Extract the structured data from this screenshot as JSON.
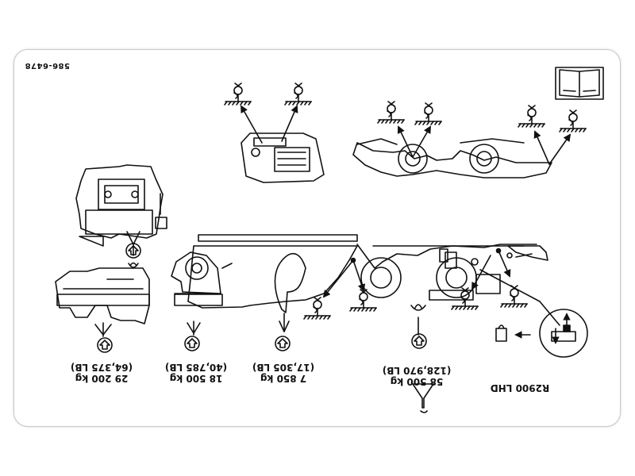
{
  "document": {
    "reference_number": "586-6478",
    "model_label": "R2900 LHD"
  },
  "components": [
    {
      "id": "complete_machine",
      "weight_kg": "58 500 kg",
      "weight_lb": "(128,970 LB)"
    },
    {
      "id": "bucket",
      "weight_kg": "7 850 kg",
      "weight_lb": "(17,305 LB)"
    },
    {
      "id": "rear_frame",
      "weight_kg": "18 500 kg",
      "weight_lb": "(40,785 LB)"
    },
    {
      "id": "front_frame",
      "weight_kg": "29 200 kg",
      "weight_lb": "(64,375 LB)"
    }
  ],
  "icons": [
    "operator-manual-icon",
    "lift-point-symbol-icon",
    "hook-icon",
    "down-arrow-icon",
    "light-icon",
    "parking-brake-icon",
    "funnel-icon"
  ]
}
